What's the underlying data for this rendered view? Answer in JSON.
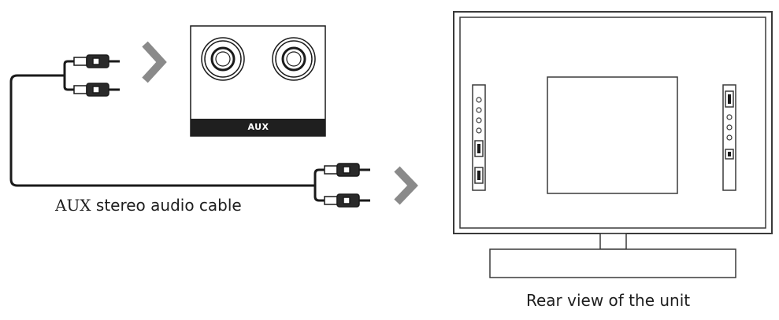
{
  "diagram": {
    "source_panel": {
      "label": "AUX"
    },
    "cable": {
      "caption_lead": "AUX",
      "caption_rest": " stereo audio cable"
    },
    "unit": {
      "caption": "Rear view of the unit"
    },
    "colors": {
      "line": "#1a1a1a",
      "arrow": "#8a8a8a",
      "panel_bar": "#1f1f1f",
      "frame": "#3a3a3a"
    },
    "icons": [
      "rca-plug-icon",
      "arrow-right-icon",
      "rca-jack-icon",
      "hdmi-port-icon",
      "optical-port-icon",
      "jack-port-icon"
    ]
  }
}
